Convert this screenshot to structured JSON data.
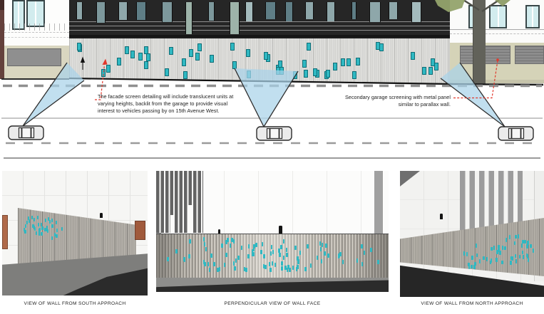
{
  "elevation": {
    "facade_note": "The facade screen detailing will include translucent units at\nvarying heights, backlit from the garage to provide visual\ninterest to vehicles passing by on 15th Avenue West.",
    "secondary_note": "Secondary garage screening with metal panel\nsimilar to parallax wall."
  },
  "renders": {
    "south": {
      "caption": "VIEW OF WALL FROM SOUTH APPROACH"
    },
    "perpendicular": {
      "caption": "PERPENDICULAR VIEW OF WALL FACE"
    },
    "north": {
      "caption": "VIEW OF WALL FROM NORTH APPROACH"
    }
  },
  "colors": {
    "translucent_unit": "#2fb8c2",
    "unit_border": "#0e6d76",
    "view_cone_fill": "#a9d2e9",
    "cone_stroke": "#2e2e2e",
    "leader_red": "#e2382c",
    "wall_base": "#d7d7d4",
    "facade_dark": "#262626",
    "road_dark": "#2b2b2b",
    "divider_gray": "#9b9b9b"
  }
}
